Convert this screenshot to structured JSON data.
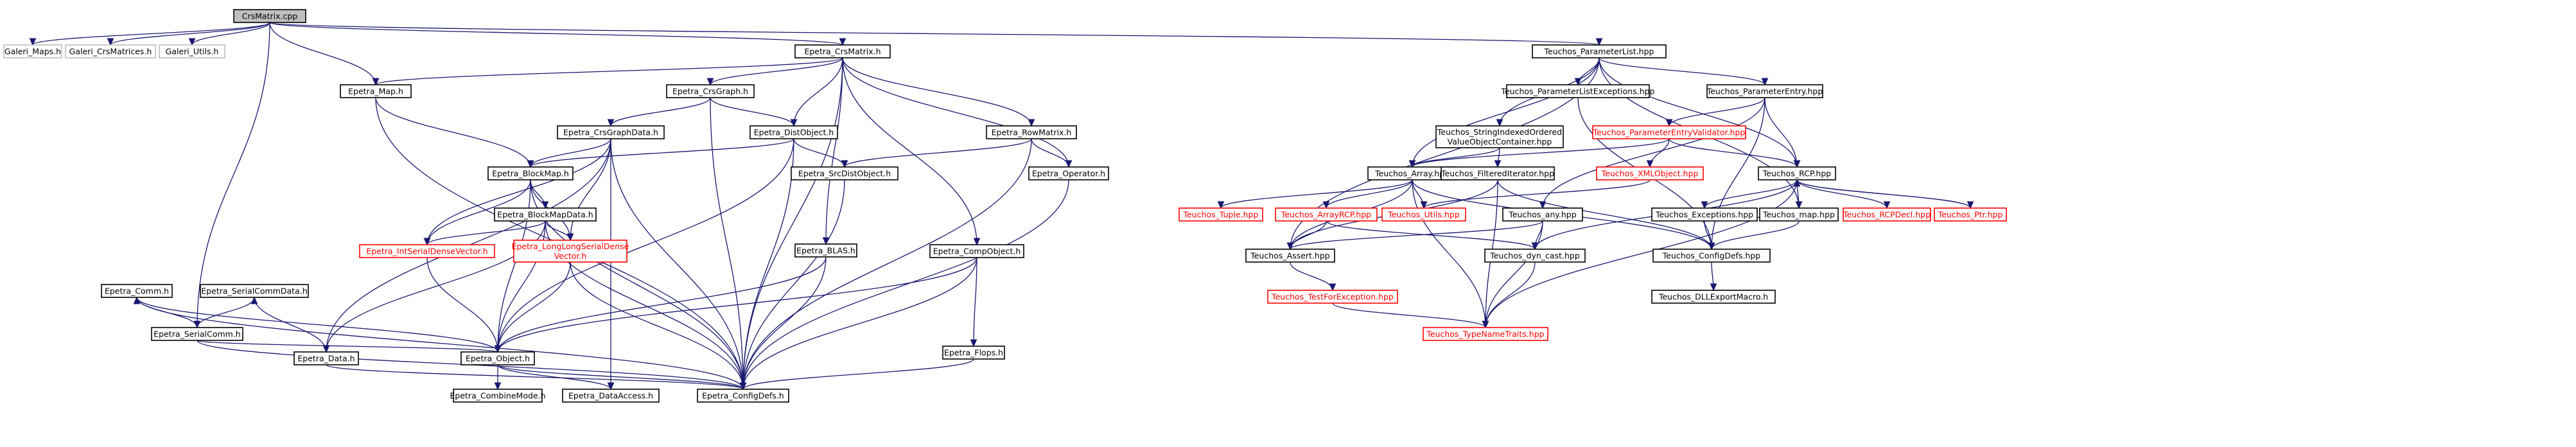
{
  "colors": {
    "edge": "#191970",
    "text": "#000000",
    "text_missing": "#ff0000",
    "border_normal": "#000000",
    "border_missing": "#ff0000",
    "border_external": "#bfbfbf",
    "fill_normal": "#ffffff",
    "fill_root": "#bfbfbf"
  },
  "nodes": [
    {
      "id": "n0",
      "label": "CrsMatrix.cpp",
      "kind": "root"
    },
    {
      "id": "n1",
      "label": "Galeri_Maps.h",
      "kind": "external"
    },
    {
      "id": "n2",
      "label": "Galeri_CrsMatrices.h",
      "kind": "external"
    },
    {
      "id": "n3",
      "label": "Galeri_Utils.h",
      "kind": "external"
    },
    {
      "id": "n4",
      "label": "Epetra_Map.h",
      "kind": "normal"
    },
    {
      "id": "n5",
      "label": "Epetra_CrsMatrix.h",
      "kind": "normal"
    },
    {
      "id": "n6",
      "label": "Epetra_SerialComm.h",
      "kind": "normal"
    },
    {
      "id": "n7",
      "label": "Teuchos_ParameterList.hpp",
      "kind": "normal"
    },
    {
      "id": "n8",
      "label": "Epetra_CrsGraph.h",
      "kind": "normal"
    },
    {
      "id": "n9",
      "label": "Epetra_CrsGraphData.h",
      "kind": "normal"
    },
    {
      "id": "n10",
      "label": "Epetra_DistObject.h",
      "kind": "normal"
    },
    {
      "id": "n11",
      "label": "Epetra_RowMatrix.h",
      "kind": "normal"
    },
    {
      "id": "n12",
      "label": "Epetra_BlockMap.h",
      "kind": "normal"
    },
    {
      "id": "n13",
      "label": "Epetra_SrcDistObject.h",
      "kind": "normal"
    },
    {
      "id": "n14",
      "label": "Epetra_Operator.h",
      "kind": "normal"
    },
    {
      "id": "n15",
      "label": "Epetra_BlockMapData.h",
      "kind": "normal"
    },
    {
      "id": "n16",
      "label": "Epetra_IntSerialDenseVector.h",
      "kind": "missing"
    },
    {
      "id": "n17",
      "label": "Epetra_LongLongSerialDense\nVector.h",
      "kind": "missing"
    },
    {
      "id": "n18",
      "label": "Epetra_BLAS.h",
      "kind": "normal"
    },
    {
      "id": "n19",
      "label": "Epetra_CompObject.h",
      "kind": "normal"
    },
    {
      "id": "n20",
      "label": "Epetra_Comm.h",
      "kind": "normal"
    },
    {
      "id": "n21",
      "label": "Epetra_SerialCommData.h",
      "kind": "normal"
    },
    {
      "id": "n22",
      "label": "Epetra_Data.h",
      "kind": "normal"
    },
    {
      "id": "n23",
      "label": "Epetra_Object.h",
      "kind": "normal"
    },
    {
      "id": "n24",
      "label": "Epetra_Flops.h",
      "kind": "normal"
    },
    {
      "id": "n25",
      "label": "Epetra_CombineMode.h",
      "kind": "normal"
    },
    {
      "id": "n26",
      "label": "Epetra_DataAccess.h",
      "kind": "normal"
    },
    {
      "id": "n27",
      "label": "Epetra_ConfigDefs.h",
      "kind": "normal"
    },
    {
      "id": "n28",
      "label": "Teuchos_ParameterListExceptions.hpp",
      "kind": "normal"
    },
    {
      "id": "n29",
      "label": "Teuchos_ParameterEntry.hpp",
      "kind": "normal"
    },
    {
      "id": "n30",
      "label": "Teuchos_StringIndexedOrdered\nValueObjectContainer.hpp",
      "kind": "normal"
    },
    {
      "id": "n31",
      "label": "Teuchos_ParameterEntryValidator.hpp",
      "kind": "missing"
    },
    {
      "id": "n32",
      "label": "Teuchos_Array.hpp",
      "kind": "normal"
    },
    {
      "id": "n33",
      "label": "Teuchos_FilteredIterator.hpp",
      "kind": "normal"
    },
    {
      "id": "n34",
      "label": "Teuchos_XMLObject.hpp",
      "kind": "missing"
    },
    {
      "id": "n35",
      "label": "Teuchos_RCP.hpp",
      "kind": "normal"
    },
    {
      "id": "n36",
      "label": "Teuchos_Tuple.hpp",
      "kind": "missing"
    },
    {
      "id": "n37",
      "label": "Teuchos_ArrayRCP.hpp",
      "kind": "missing"
    },
    {
      "id": "n38",
      "label": "Teuchos_Utils.hpp",
      "kind": "missing"
    },
    {
      "id": "n39",
      "label": "Teuchos_any.hpp",
      "kind": "normal"
    },
    {
      "id": "n40",
      "label": "Teuchos_Exceptions.hpp",
      "kind": "normal"
    },
    {
      "id": "n41",
      "label": "Teuchos_map.hpp",
      "kind": "normal"
    },
    {
      "id": "n42",
      "label": "Teuchos_RCPDecl.hpp",
      "kind": "missing"
    },
    {
      "id": "n43",
      "label": "Teuchos_Ptr.hpp",
      "kind": "missing"
    },
    {
      "id": "n44",
      "label": "Teuchos_Assert.hpp",
      "kind": "normal"
    },
    {
      "id": "n45",
      "label": "Teuchos_dyn_cast.hpp",
      "kind": "normal"
    },
    {
      "id": "n46",
      "label": "Teuchos_ConfigDefs.hpp",
      "kind": "normal"
    },
    {
      "id": "n47",
      "label": "Teuchos_TestForException.hpp",
      "kind": "missing"
    },
    {
      "id": "n48",
      "label": "Teuchos_DLLExportMacro.h",
      "kind": "normal"
    },
    {
      "id": "n49",
      "label": "Teuchos_TypeNameTraits.hpp",
      "kind": "missing"
    }
  ],
  "edges": [
    [
      "n0",
      "n1"
    ],
    [
      "n0",
      "n2"
    ],
    [
      "n0",
      "n3"
    ],
    [
      "n0",
      "n4"
    ],
    [
      "n0",
      "n5"
    ],
    [
      "n0",
      "n6"
    ],
    [
      "n0",
      "n7"
    ],
    [
      "n5",
      "n4"
    ],
    [
      "n5",
      "n8"
    ],
    [
      "n5",
      "n10"
    ],
    [
      "n5",
      "n11"
    ],
    [
      "n5",
      "n14"
    ],
    [
      "n5",
      "n18"
    ],
    [
      "n5",
      "n19"
    ],
    [
      "n5",
      "n27"
    ],
    [
      "n4",
      "n12"
    ],
    [
      "n4",
      "n27"
    ],
    [
      "n8",
      "n9"
    ],
    [
      "n8",
      "n10"
    ],
    [
      "n8",
      "n27"
    ],
    [
      "n9",
      "n12"
    ],
    [
      "n9",
      "n16"
    ],
    [
      "n9",
      "n17"
    ],
    [
      "n9",
      "n22"
    ],
    [
      "n9",
      "n26"
    ],
    [
      "n9",
      "n27"
    ],
    [
      "n10",
      "n12"
    ],
    [
      "n10",
      "n13"
    ],
    [
      "n10",
      "n23"
    ],
    [
      "n10",
      "n27"
    ],
    [
      "n11",
      "n13"
    ],
    [
      "n11",
      "n14"
    ],
    [
      "n11",
      "n27"
    ],
    [
      "n13",
      "n27"
    ],
    [
      "n14",
      "n27"
    ],
    [
      "n12",
      "n15"
    ],
    [
      "n12",
      "n16"
    ],
    [
      "n12",
      "n17"
    ],
    [
      "n12",
      "n23"
    ],
    [
      "n12",
      "n27"
    ],
    [
      "n15",
      "n16"
    ],
    [
      "n15",
      "n17"
    ],
    [
      "n15",
      "n22"
    ],
    [
      "n15",
      "n23"
    ],
    [
      "n15",
      "n27"
    ],
    [
      "n16",
      "n23"
    ],
    [
      "n17",
      "n23"
    ],
    [
      "n17",
      "n27"
    ],
    [
      "n18",
      "n23"
    ],
    [
      "n18",
      "n27"
    ],
    [
      "n19",
      "n23"
    ],
    [
      "n19",
      "n24"
    ],
    [
      "n19",
      "n27"
    ],
    [
      "n24",
      "n27"
    ],
    [
      "n6",
      "n20"
    ],
    [
      "n6",
      "n21"
    ],
    [
      "n6",
      "n23"
    ],
    [
      "n6",
      "n27"
    ],
    [
      "n20",
      "n23"
    ],
    [
      "n20",
      "n27"
    ],
    [
      "n21",
      "n22"
    ],
    [
      "n22",
      "n27"
    ],
    [
      "n23",
      "n25"
    ],
    [
      "n23",
      "n26"
    ],
    [
      "n23",
      "n27"
    ],
    [
      "n7",
      "n28"
    ],
    [
      "n7",
      "n29"
    ],
    [
      "n7",
      "n30"
    ],
    [
      "n7",
      "n32"
    ],
    [
      "n7",
      "n44"
    ],
    [
      "n7",
      "n35"
    ],
    [
      "n7",
      "n41"
    ],
    [
      "n28",
      "n46"
    ],
    [
      "n29",
      "n31"
    ],
    [
      "n29",
      "n35"
    ],
    [
      "n29",
      "n39"
    ],
    [
      "n29",
      "n46"
    ],
    [
      "n30",
      "n32"
    ],
    [
      "n30",
      "n33"
    ],
    [
      "n31",
      "n32"
    ],
    [
      "n31",
      "n34"
    ],
    [
      "n31",
      "n35"
    ],
    [
      "n33",
      "n44"
    ],
    [
      "n33",
      "n49"
    ],
    [
      "n33",
      "n46"
    ],
    [
      "n32",
      "n36"
    ],
    [
      "n32",
      "n37"
    ],
    [
      "n32",
      "n38"
    ],
    [
      "n32",
      "n44"
    ],
    [
      "n32",
      "n46"
    ],
    [
      "n32",
      "n49"
    ],
    [
      "n37",
      "n44"
    ],
    [
      "n37",
      "n45"
    ],
    [
      "n34",
      "n38"
    ],
    [
      "n35",
      "n40"
    ],
    [
      "n35",
      "n41"
    ],
    [
      "n35",
      "n42"
    ],
    [
      "n35",
      "n43"
    ],
    [
      "n35",
      "n45"
    ],
    [
      "n35",
      "n49"
    ],
    [
      "n43",
      "n35"
    ],
    [
      "n39",
      "n44"
    ],
    [
      "n39",
      "n45"
    ],
    [
      "n39",
      "n49"
    ],
    [
      "n40",
      "n46"
    ],
    [
      "n41",
      "n46"
    ],
    [
      "n44",
      "n47"
    ],
    [
      "n47",
      "n49"
    ],
    [
      "n45",
      "n49"
    ],
    [
      "n46",
      "n48"
    ]
  ]
}
